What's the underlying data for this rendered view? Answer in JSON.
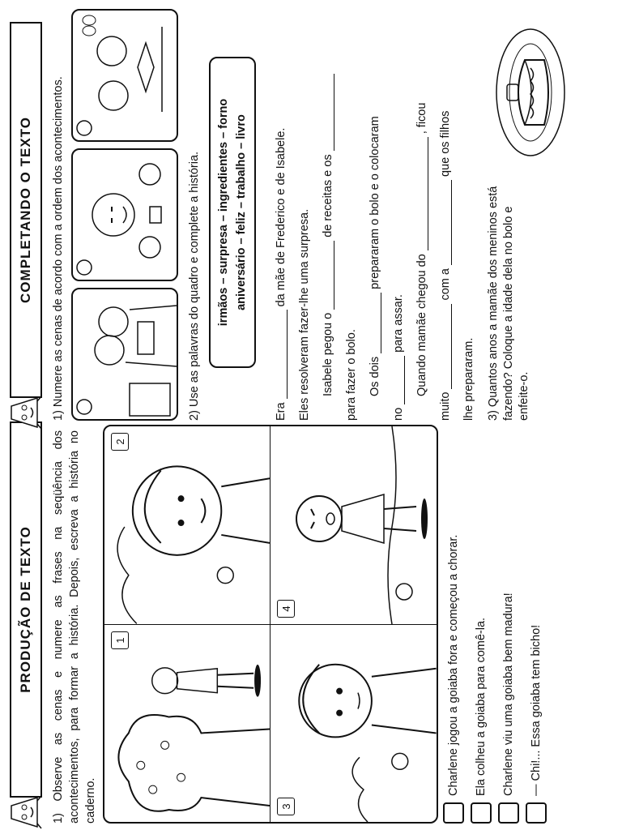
{
  "left": {
    "title": "PRODUÇÃO DE TEXTO",
    "instruction": "1) Observe as cenas e numere as frases na seqüência dos acontecimentos, para formar a história. Depois, escreva a história no caderno.",
    "scene_numbers": [
      "1",
      "2",
      "3",
      "4"
    ],
    "sentences": [
      "Charlene jogou a goiaba fora e começou a chorar.",
      "Ela colheu a goiaba para comê-la.",
      "Charlene viu uma goiaba bem madura!",
      "— Chi!... Essa goiaba tem bicho!"
    ]
  },
  "right": {
    "title": "COMPLETANDO O TEXTO",
    "q1": "1) Numere as cenas de acordo com a ordem dos acontecimentos.",
    "q2": "2) Use as palavras do quadro e complete a história.",
    "words_line1": "irmãos – surpresa – ingredientes – forno",
    "words_line2": "aniversário – feliz – trabalho – livro",
    "story": {
      "l1a": "Era",
      "l1b": "da mãe de Frederico e de Isabele.",
      "l2": "Eles resolveram fazer-lhe uma surpresa.",
      "l3a": "Isabele pegou o",
      "l3b": "de receitas e os",
      "l4": "para fazer o bolo.",
      "l5a": "Os dois",
      "l5b": "prepararam o bolo e o colocaram",
      "l6a": "no",
      "l6b": "para assar.",
      "l7a": "Quando mamãe chegou do",
      "l7b": ", ficou",
      "l8a": "muito",
      "l8b": "com a",
      "l8c": "que os filhos",
      "l9": "lhe prepararam."
    },
    "q3": "3) Quantos anos a mamãe dos meninos está fazendo? Coloque a idade dela no bolo e enfeite-o."
  }
}
